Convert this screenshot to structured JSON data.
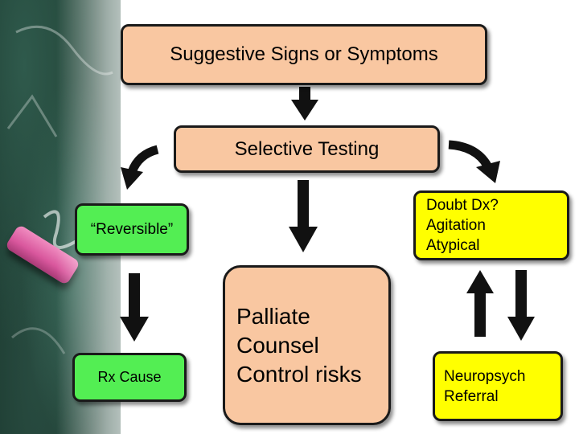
{
  "slide": {
    "top_box": "Suggestive Signs or Symptoms",
    "testing_box": "Selective Testing",
    "reversible_box": "“Reversible”",
    "doubt_box": [
      "Doubt Dx?",
      "Agitation",
      "Atypical"
    ],
    "rx_box": "Rx Cause",
    "palliate_box": [
      "Palliate",
      "Counsel",
      "Control risks"
    ],
    "neuro_box": [
      "Neuropsych",
      "Referral"
    ]
  },
  "colors": {
    "peach": "#f9c7a1",
    "green": "#53ee53",
    "yellow": "#ffff00",
    "arrow": "#111111"
  }
}
